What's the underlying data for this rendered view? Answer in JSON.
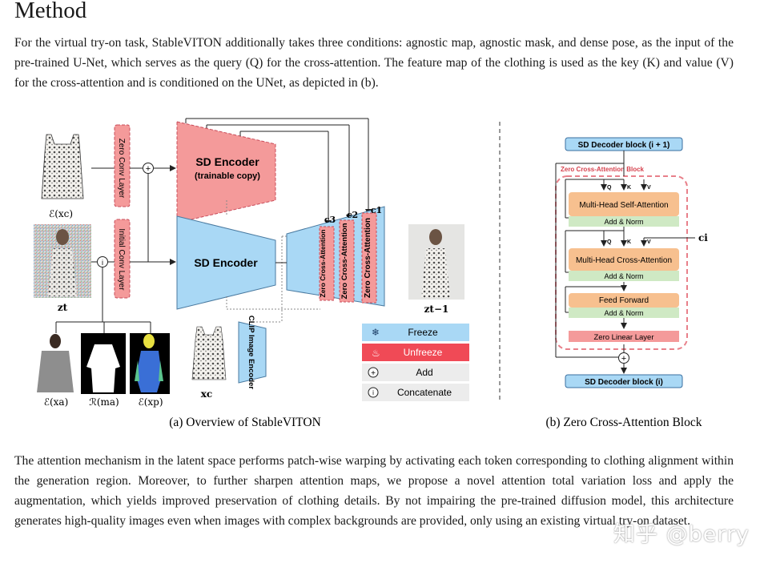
{
  "section_title": "Method",
  "paragraph_1": "For the virtual try-on task, StableVITON additionally takes three conditions: agnostic map, agnostic mask, and dense pose, as the input of the pre-trained U-Net, which serves as the query (Q) for the cross-attention. The feature map of the clothing is used as the key (K) and value (V) for the cross-attention and is conditioned on the UNet, as depicted in (b).",
  "paragraph_2": "The attention mechanism in the latent space performs patch-wise warping by activating each token corresponding to clothing alignment within the generation region. Moreover, to further sharpen attention maps, we propose a novel attention total variation loss and apply the augmentation, which yields improved preservation of clothing details. By not impairing the pre-trained diffusion model, this architecture generates high-quality images even when images with complex backgrounds are provided, only using an existing virtual try-on dataset.",
  "figure_a": {
    "caption": "(a) Overview of StableVITON",
    "label_clothing_latent": "ℰ(xc)",
    "label_zt": "zt",
    "label_zt_minus_1": "zt−1",
    "label_agnostic": "ℰ(xa)",
    "label_mask": "ℛ(ma)",
    "label_pose": "ℰ(xp)",
    "label_xc": "xc",
    "zero_conv_layer": "Zero Conv Layer",
    "initial_conv_layer": "Initial Conv Layer",
    "sd_encoder_copy_title": "SD Encoder",
    "sd_encoder_copy_sub": "(trainable copy)",
    "sd_encoder": "SD Encoder",
    "clip_encoder": "CLIP Image Encoder",
    "zero_cross_attention": "Zero Cross-Attention",
    "c1": "c1",
    "c2": "c2",
    "c3": "c3",
    "add_symbol": "+",
    "concat_symbol": "i",
    "legend": {
      "freeze": "Freeze",
      "unfreeze": "Unfreeze",
      "add": "Add",
      "concatenate": "Concatenate"
    }
  },
  "figure_b": {
    "caption": "(b) Zero Cross-Attention Block",
    "decoder_top": "SD Decoder block (i + 1)",
    "decoder_bottom": "SD Decoder block (i)",
    "block_title": "Zero Cross-Attention Block",
    "self_attention": "Multi-Head Self-Attention",
    "cross_attention": "Multi-Head Cross-Attention",
    "add_norm": "Add & Norm",
    "feed_forward": "Feed Forward",
    "zero_linear": "Zero Linear Layer",
    "q": "Q",
    "k": "K",
    "v": "V",
    "ci": "ci"
  },
  "colors": {
    "freeze_blue": "#a9d8f5",
    "unfreeze_red": "#f49a9a",
    "dashed_pink": "#e8808a",
    "orange": "#f7c08f",
    "green": "#cfe9c4"
  },
  "watermark": "知乎 @berry"
}
